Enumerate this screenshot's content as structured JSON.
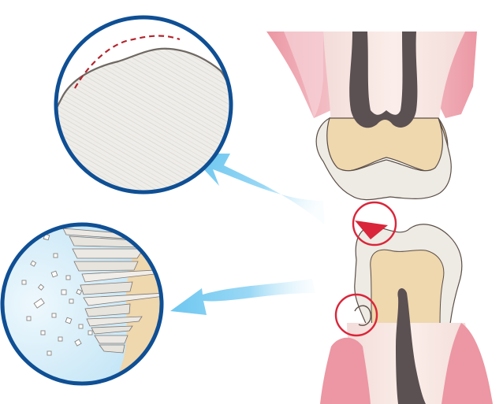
{
  "illustration": {
    "subject": "tooth-wear-and-abfraction",
    "colors": {
      "circle_outline": "#0f4f94",
      "arrow_blue": "#8fd3f4",
      "highlight_red": "#d9263a",
      "dentin": "#efd7ae",
      "enamel": "#eeeae4",
      "gum": "#f4c8ce",
      "pulp": "#5b5052",
      "worn_edge_dashed": "#b3242d"
    },
    "callouts": [
      {
        "name": "occlusal-wear-magnified",
        "marker": "red-circle-with-arrow"
      },
      {
        "name": "cervical-abfraction-magnified",
        "marker": "red-circle"
      }
    ]
  }
}
